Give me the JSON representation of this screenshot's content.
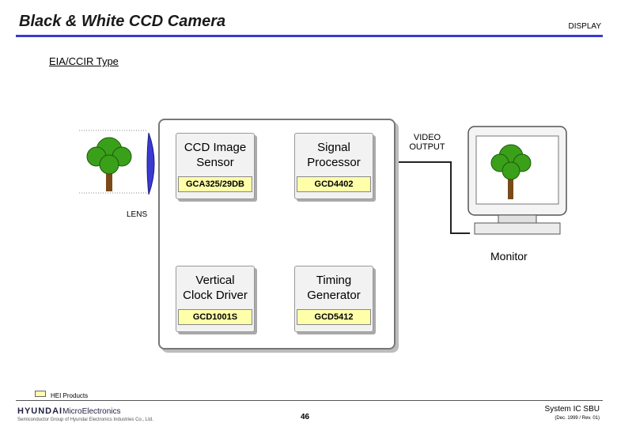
{
  "header": {
    "title": "Black & White CCD Camera",
    "tag": "DISPLAY",
    "subtitle": "EIA/CCIR Type"
  },
  "blocks": {
    "ccd": {
      "label_line1": "CCD Image",
      "label_line2": "Sensor",
      "part": "GCA325/29DB"
    },
    "signal": {
      "label_line1": "Signal",
      "label_line2": "Processor",
      "part": "GCD4402"
    },
    "vclock": {
      "label_line1": "Vertical",
      "label_line2": "Clock Driver",
      "part": "GCD1001S"
    },
    "timing": {
      "label_line1": "Timing",
      "label_line2": "Generator",
      "part": "GCD5412"
    }
  },
  "labels": {
    "lens": "LENS",
    "video_output_line1": "VIDEO",
    "video_output_line2": "OUTPUT",
    "monitor": "Monitor"
  },
  "legend": {
    "text": "HEI  Products",
    "color": "#ffffaa"
  },
  "footer": {
    "brand": "HYUNDAI",
    "brand_suffix": "MicroElectronics",
    "brand_sub": "Semiconductor Group of Hyundai Electronics Industries Co., Ltd.",
    "page": "46",
    "division": "System IC SBU",
    "revision": "(Dec. 1999 / Rev. 01)"
  },
  "colors": {
    "title_rule": "#3a3ad0",
    "chip": "#ffffaa",
    "tree_leaf": "#3aa01a",
    "tree_trunk": "#7a4a1a"
  }
}
